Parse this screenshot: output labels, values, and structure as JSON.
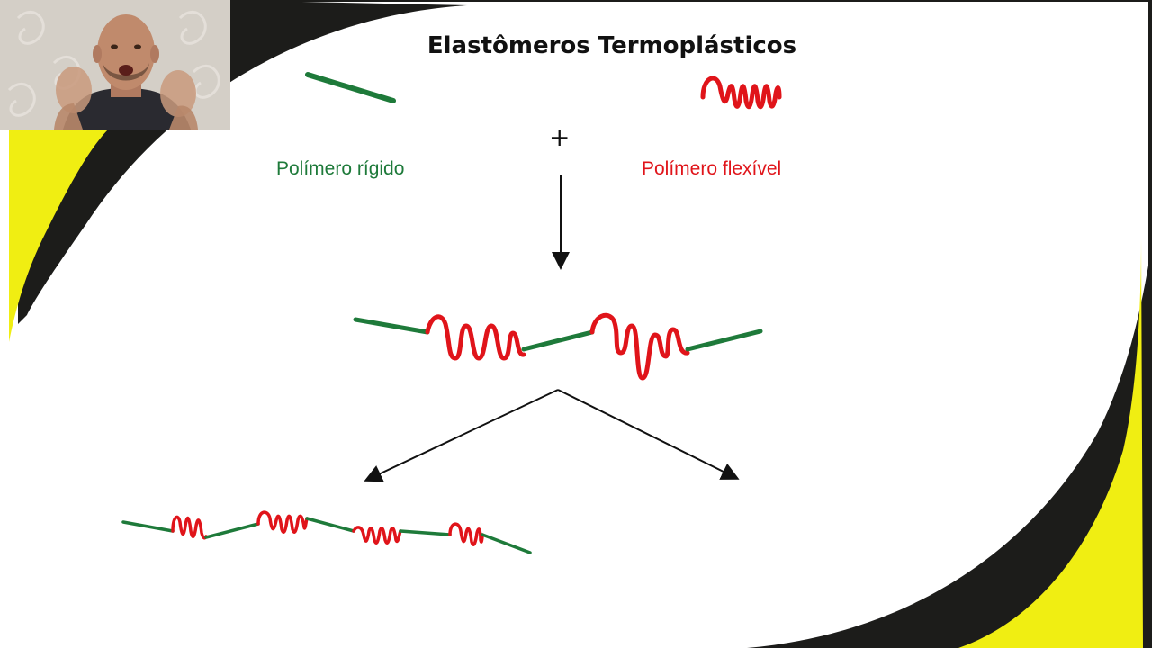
{
  "slide": {
    "title": "Elastômeros Termoplásticos",
    "plus_sign": "+",
    "rigid_label": "Polímero rígido",
    "flexible_label": "Polímero flexível"
  },
  "colors": {
    "rigid": "#1e7a3a",
    "flexible": "#e0141a",
    "arrow": "#111111",
    "accent_yellow": "#f0ee12",
    "accent_black": "#1c1c1a",
    "background": "#ffffff"
  },
  "webcam": {
    "description_icon": "presenter-video-icon"
  }
}
